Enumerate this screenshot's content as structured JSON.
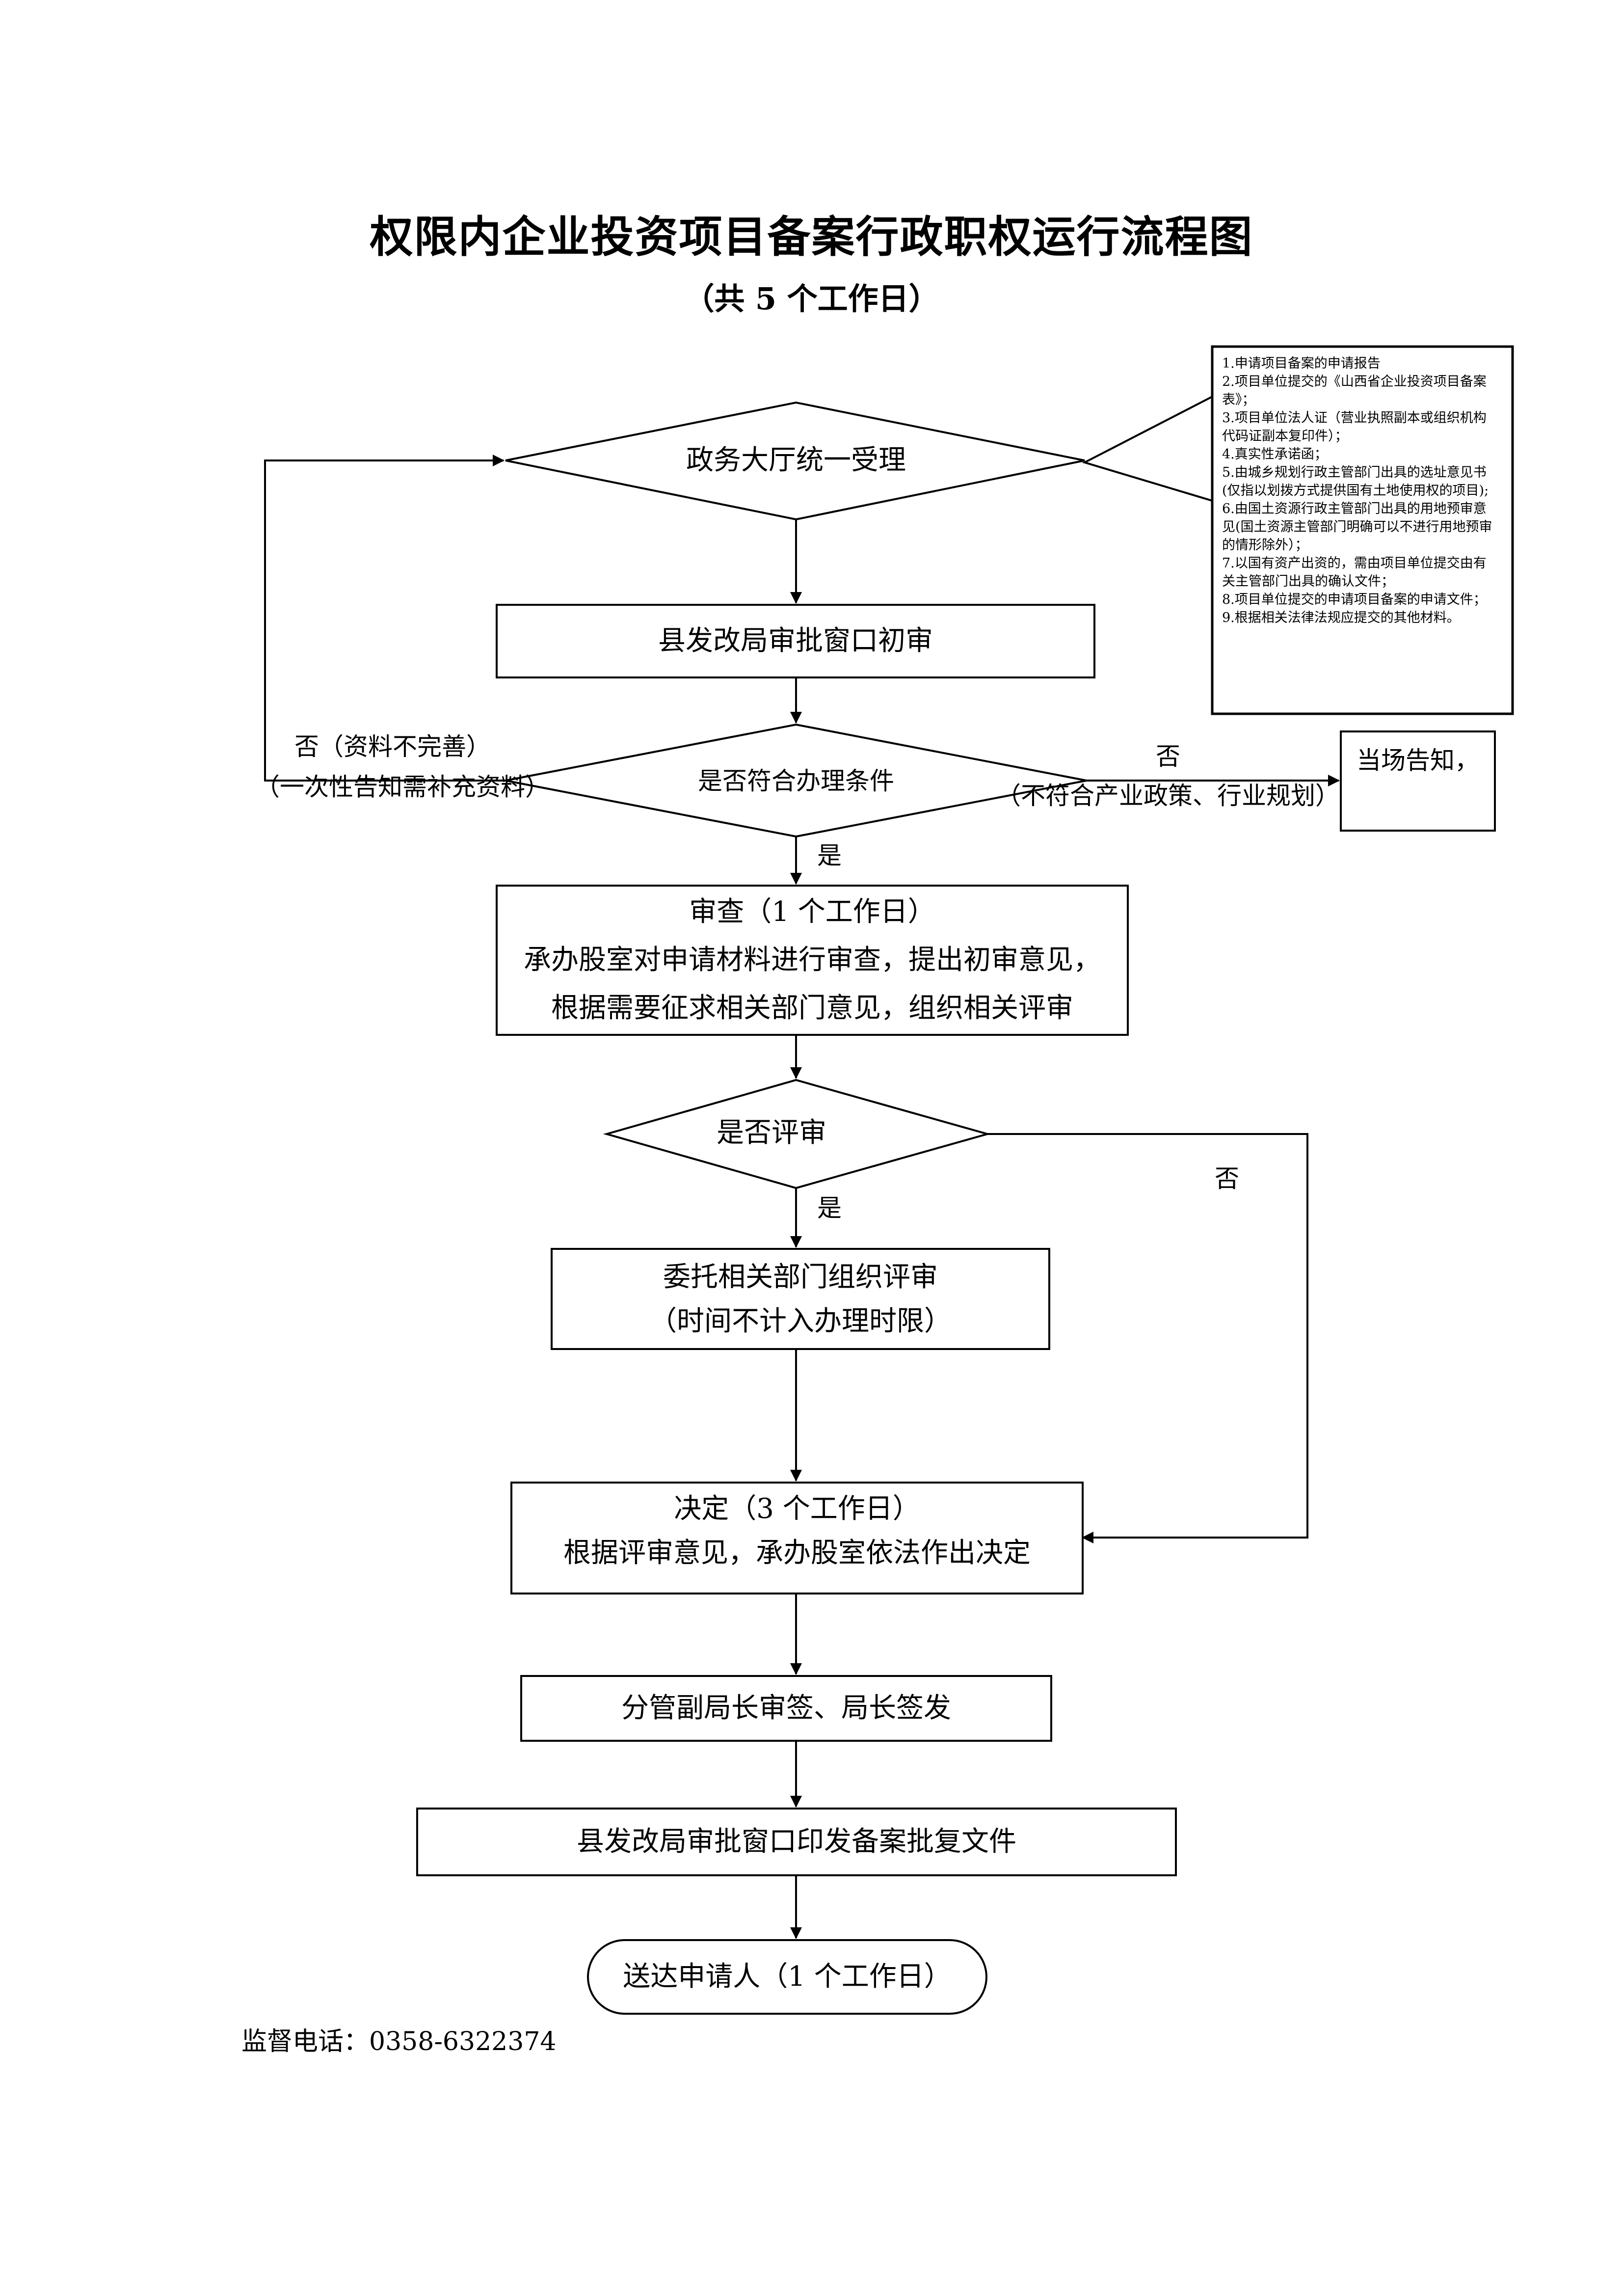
{
  "title": "权限内企业投资项目备案行政职权运行流程图",
  "subtitle": "（共 5 个工作日）",
  "materials": [
    "1.申请项目备案的申请报告",
    "2.项目单位提交的《山西省企业投资项目备案表》；",
    "3.项目单位法人证（营业执照副本或组织机构代码证副本复印件）；",
    "4.真实性承诺函；",
    "5.由城乡规划行政主管部门出具的选址意见书(仅指以划拨方式提供国有土地使用权的项目);",
    "6.由国土资源行政主管部门出具的用地预审意见(国土资源主管部门明确可以不进行用地预审的情形除外）；",
    "7.以国有资产出资的，需由项目单位提交由有关主管部门出具的确认文件；",
    "8.项目单位提交的申请项目备案的申请文件；",
    "9.根据相关法律法规应提交的其他材料。"
  ],
  "nodes": {
    "accept": "政务大厅统一受理",
    "initial_review": "县发改局审批窗口初审",
    "eligible": "是否符合办理条件",
    "notify": "当场告知，",
    "review": {
      "line1": "审查（1 个工作日）",
      "line2": "承办股室对申请材料进行审查，提出初审意见，",
      "line3": "根据需要征求相关部门意见，组织相关评审"
    },
    "need_eval": "是否评审",
    "entrust": {
      "line1": "委托相关部门组织评审",
      "line2": "（时间不计入办理时限）"
    },
    "decision": {
      "line1": "决定（3 个工作日）",
      "line2": "根据评审意见，承办股室依法作出决定"
    },
    "sign": "分管副局长审签、局长签发",
    "issue": "县发改局审批窗口印发备案批复文件",
    "deliver": "送达申请人（1 个工作日）"
  },
  "labels": {
    "no_incomplete_1": "否（资料不完善）",
    "no_incomplete_2": "（一次性告知需补充资料）",
    "no_policy_1": "否",
    "no_policy_2": "（不符合产业政策、行业规划）",
    "yes_eligible": "是",
    "yes_eval": "是",
    "no_eval": "否"
  },
  "supervision": "监督电话：0358-6322374"
}
